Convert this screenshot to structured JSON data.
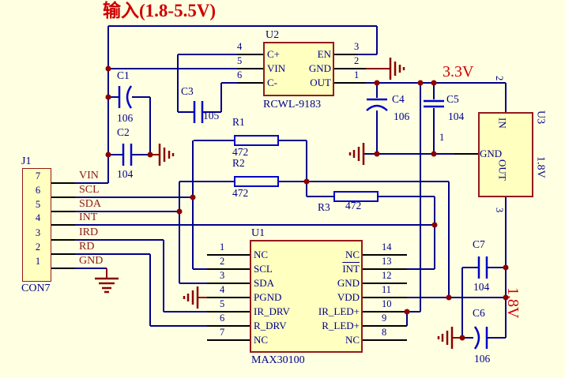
{
  "title": "输入(1.8-5.5V)",
  "nets": {
    "v33": "3.3V",
    "v18": "1.8V"
  },
  "j1": {
    "ref": "J1",
    "part": "CON7",
    "pins": [
      "7",
      "6",
      "5",
      "4",
      "3",
      "2",
      "1"
    ],
    "ports": [
      "VIN",
      "SCL",
      "SDA",
      "INT",
      "IRD",
      "RD",
      "GND"
    ]
  },
  "u2": {
    "ref": "U2",
    "part": "RCWL-9183",
    "left": [
      {
        "n": "4",
        "name": "C+"
      },
      {
        "n": "5",
        "name": "VIN"
      },
      {
        "n": "6",
        "name": "C-"
      }
    ],
    "right": [
      {
        "n": "3",
        "name": "EN"
      },
      {
        "n": "2",
        "name": "GND"
      },
      {
        "n": "1",
        "name": "OUT"
      }
    ]
  },
  "u1": {
    "ref": "U1",
    "part": "MAX30100",
    "left": [
      {
        "n": "1",
        "name": "NC"
      },
      {
        "n": "2",
        "name": "SCL"
      },
      {
        "n": "3",
        "name": "SDA"
      },
      {
        "n": "4",
        "name": "PGND"
      },
      {
        "n": "5",
        "name": "IR_DRV"
      },
      {
        "n": "6",
        "name": "R_DRV"
      },
      {
        "n": "7",
        "name": "NC"
      }
    ],
    "right": [
      {
        "n": "14",
        "name": "NC"
      },
      {
        "n": "13",
        "name": "INT"
      },
      {
        "n": "12",
        "name": "GND"
      },
      {
        "n": "11",
        "name": "VDD"
      },
      {
        "n": "10",
        "name": "IR_LED+"
      },
      {
        "n": "9",
        "name": "R_LED+"
      },
      {
        "n": "8",
        "name": "NC"
      }
    ]
  },
  "u3": {
    "ref": "U3",
    "part": "1.8V",
    "pin_in": {
      "n": "2",
      "name": "IN"
    },
    "pin_gnd": {
      "n": "1",
      "name": "GND"
    },
    "pin_out": {
      "n": "3",
      "name": "OUT"
    }
  },
  "capacitors": [
    {
      "ref": "C1",
      "value": "106"
    },
    {
      "ref": "C2",
      "value": "104"
    },
    {
      "ref": "C3",
      "value": "105"
    },
    {
      "ref": "C4",
      "value": "106"
    },
    {
      "ref": "C5",
      "value": "104"
    },
    {
      "ref": "C6",
      "value": "106"
    },
    {
      "ref": "C7",
      "value": "104"
    }
  ],
  "resistors": [
    {
      "ref": "R1",
      "value": "472"
    },
    {
      "ref": "R2",
      "value": "472"
    },
    {
      "ref": "R3",
      "value": "472"
    }
  ]
}
